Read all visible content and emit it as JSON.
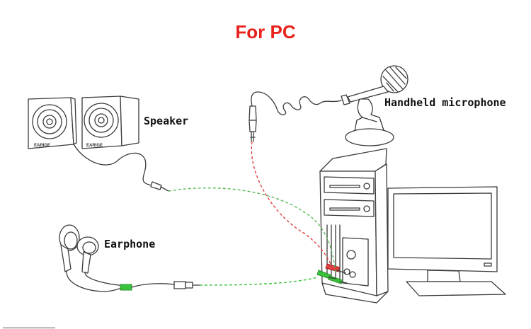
{
  "title": "For PC",
  "labels": {
    "speaker": "Speaker",
    "microphone": "Handheld microphone",
    "earphone": "Earphone"
  },
  "brand_text": "EARIGE",
  "colors": {
    "title": "#e8221d",
    "microphone_cable": "#e04040",
    "speaker_cable": "#58b858",
    "earphone_cable": "#39c23b",
    "line_art": "#3a3a3a"
  }
}
